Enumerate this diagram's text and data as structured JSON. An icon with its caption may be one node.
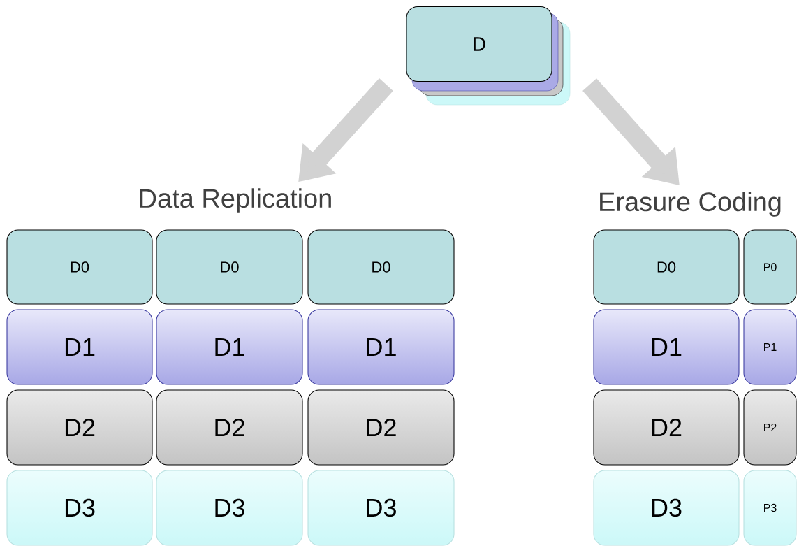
{
  "diagram": {
    "nodes": [
      {
        "text": [
          "D"
        ]
      },
      {
        "text": [
          "Data Replication"
        ]
      },
      {
        "text": [
          "Erasure Coding"
        ]
      },
      {
        "text": [
          "D0"
        ]
      },
      {
        "text": [
          "D0"
        ]
      },
      {
        "text": [
          "D0"
        ]
      },
      {
        "text": [
          "D1"
        ]
      },
      {
        "text": [
          "D1"
        ]
      },
      {
        "text": [
          "D1"
        ]
      },
      {
        "text": [
          "D2"
        ]
      },
      {
        "text": [
          "D2"
        ]
      },
      {
        "text": [
          "D2"
        ]
      },
      {
        "text": [
          "D3"
        ]
      },
      {
        "text": [
          "D3"
        ]
      },
      {
        "text": [
          "D3"
        ]
      },
      {
        "text": [
          "D0"
        ]
      },
      {
        "text": [
          "P0"
        ]
      },
      {
        "text": [
          "D1"
        ]
      },
      {
        "text": [
          "P1"
        ]
      },
      {
        "text": [
          "D2"
        ]
      },
      {
        "text": [
          "P2"
        ]
      },
      {
        "text": [
          "D3"
        ]
      },
      {
        "text": [
          "P3"
        ]
      }
    ],
    "edges": [
      {
        "from": 0,
        "to": 1,
        "arrow": "to"
      },
      {
        "from": 0,
        "to": 2,
        "arrow": "to"
      }
    ]
  }
}
